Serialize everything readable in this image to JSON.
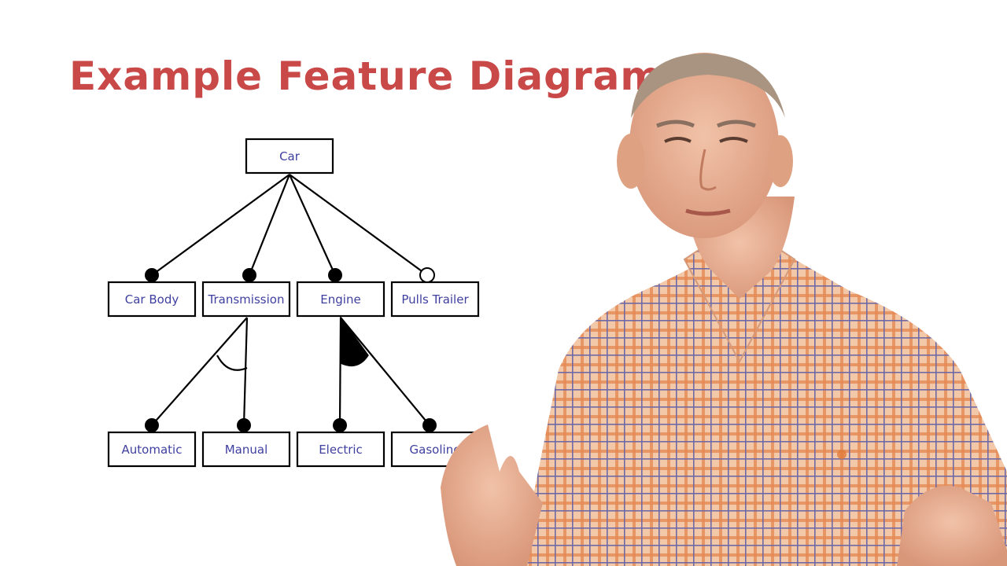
{
  "slide": {
    "title": "Example Feature Diagram",
    "title_color": "#c94848",
    "label_color": "#3f3fa0"
  },
  "diagram": {
    "nodes": [
      {
        "id": "car",
        "label": "Car"
      },
      {
        "id": "car-body",
        "label": "Car Body"
      },
      {
        "id": "transmission",
        "label": "Transmission"
      },
      {
        "id": "engine",
        "label": "Engine"
      },
      {
        "id": "pulls-trailer",
        "label": "Pulls Trailer"
      },
      {
        "id": "automatic",
        "label": "Automatic"
      },
      {
        "id": "manual",
        "label": "Manual"
      },
      {
        "id": "electric",
        "label": "Electric"
      },
      {
        "id": "gasoline",
        "label": "Gasoline"
      }
    ],
    "edges": [
      {
        "from": "car",
        "to": "car-body",
        "kind": "mandatory"
      },
      {
        "from": "car",
        "to": "transmission",
        "kind": "mandatory"
      },
      {
        "from": "car",
        "to": "engine",
        "kind": "mandatory"
      },
      {
        "from": "car",
        "to": "pulls-trailer",
        "kind": "optional"
      },
      {
        "from": "transmission",
        "to": "automatic",
        "kind": "grouped"
      },
      {
        "from": "transmission",
        "to": "manual",
        "kind": "grouped"
      },
      {
        "from": "engine",
        "to": "electric",
        "kind": "grouped"
      },
      {
        "from": "engine",
        "to": "gasoline",
        "kind": "grouped"
      }
    ],
    "groups": [
      {
        "parent": "transmission",
        "type": "alternative"
      },
      {
        "parent": "engine",
        "type": "or"
      }
    ]
  }
}
